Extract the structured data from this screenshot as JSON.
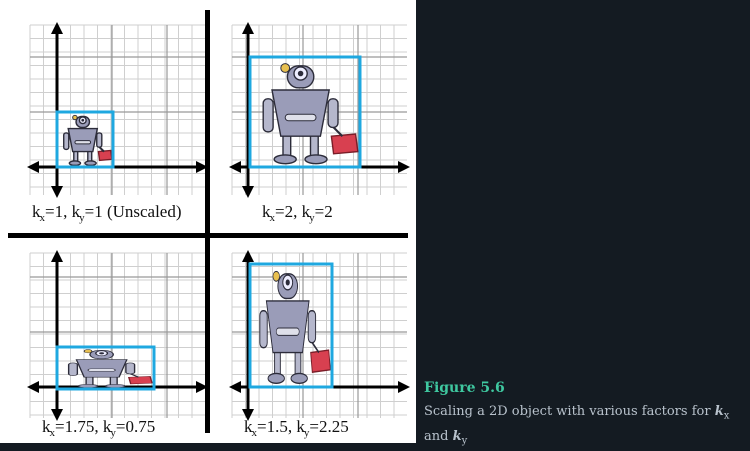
{
  "figure": {
    "panels": [
      {
        "kx_val": "1",
        "ky_val": "1",
        "suffix": " (Unscaled)"
      },
      {
        "kx_val": "2",
        "ky_val": "2",
        "suffix": ""
      },
      {
        "kx_val": "1.75",
        "ky_val": "0.75",
        "suffix": ""
      },
      {
        "kx_val": "1.5",
        "ky_val": "2.25",
        "suffix": ""
      }
    ],
    "k_letter": "k",
    "x_sub": "x",
    "y_sub": "y",
    "eq": "=",
    "sep": ", "
  },
  "caption": {
    "title": "Figure 5.6",
    "text_before": "Scaling a 2D object with various factors for ",
    "kx": "k",
    "kx_sub": "x",
    "and": "and",
    "ky": "k",
    "ky_sub": "y"
  },
  "colors": {
    "box": "#1fa8e0",
    "robot_body": "#9a9cb8",
    "robot_dark": "#2c2c3a",
    "toolbox": "#d84050",
    "caption_title": "#3fc8a0",
    "page_bg": "#141b22"
  }
}
